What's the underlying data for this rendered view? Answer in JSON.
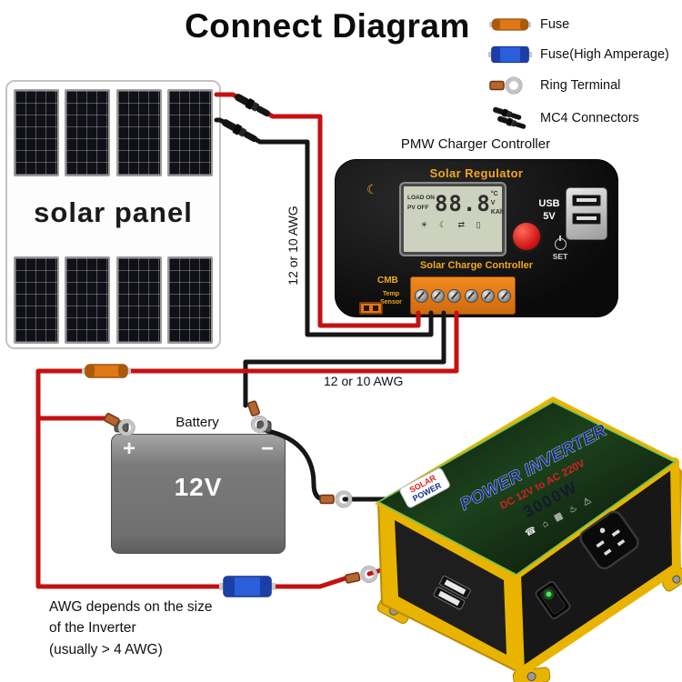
{
  "title": "Connect Diagram",
  "legend": {
    "items": [
      {
        "label": "Fuse"
      },
      {
        "label": "Fuse(High Amperage)"
      },
      {
        "label": "Ring Terminal"
      },
      {
        "label": "MC4 Connectors"
      }
    ]
  },
  "solar_panel": {
    "label": "solar panel"
  },
  "controller": {
    "heading": "PMW Charger Controller",
    "brand": "Solar Regulator",
    "moon_icon": "☾",
    "lcd": {
      "line1": "LOAD ON",
      "line2": "PV OFF",
      "value": "88.8",
      "unit1": "°C",
      "unit2": "V",
      "unit3": "KAh",
      "icons": "☀ ☾ ⇄ ▯"
    },
    "usb_line1": "USB",
    "usb_line2": "5V",
    "set_label": "SET",
    "subtitle": "Solar Charge Controller",
    "model": "CMB",
    "temp_line1": "Temp",
    "temp_line2": "Sensor"
  },
  "battery": {
    "heading": "Battery",
    "plus": "+",
    "minus": "−",
    "voltage": "12V"
  },
  "wiring": {
    "awg_vertical": "12 or 10 AWG",
    "awg_horizontal": "12 or 10 AWG",
    "note_line1": "AWG depends on the size",
    "note_line2": "of the Inverter",
    "note_line3": "(usually  > 4 AWG)"
  },
  "inverter": {
    "logo_line1": "SOLAR",
    "logo_line2": "POWER",
    "name": "POWER INVERTER",
    "spec": "DC 12V to AC 220V",
    "power": "3000W",
    "icons": "☎ ⌂ ▦ ♨ ⚠"
  },
  "colors": {
    "wire_red": "#c41111",
    "wire_black": "#161616",
    "fuse_orange": "#e07818",
    "fuse_blue": "#2b5fd9",
    "inverter_yellow": "#e8b400"
  }
}
